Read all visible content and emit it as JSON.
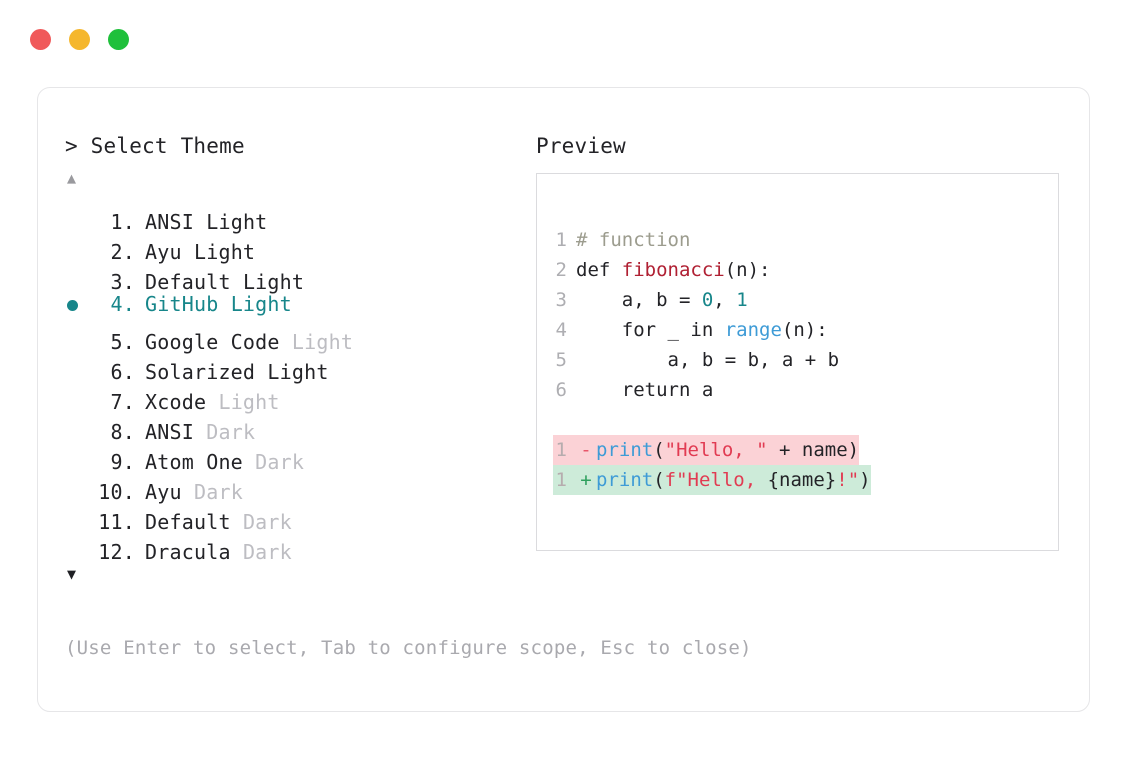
{
  "window": {
    "dots": [
      {
        "name": "close",
        "color": "#F0595A"
      },
      {
        "name": "minimize",
        "color": "#F5B72D"
      },
      {
        "name": "maximize",
        "color": "#1FC03B"
      }
    ]
  },
  "selector": {
    "prompt": "> Select Theme",
    "scroll_up_glyph": "▲",
    "scroll_down_glyph": "▼",
    "selected_index": 4,
    "bullet_color": "#17868A",
    "items": [
      {
        "index": "1.",
        "name": "ANSI",
        "variant": "Light",
        "variant_dim": false,
        "selected": false
      },
      {
        "index": "2.",
        "name": "Ayu",
        "variant": "Light",
        "variant_dim": false,
        "selected": false
      },
      {
        "index": "3.",
        "name": "Default",
        "variant": "Light",
        "variant_dim": false,
        "selected": false
      },
      {
        "index": "4.",
        "name": "GitHub",
        "variant": "Light",
        "variant_dim": false,
        "selected": true
      },
      {
        "index": "5.",
        "name": "Google Code",
        "variant": "Light",
        "variant_dim": true,
        "selected": false
      },
      {
        "index": "6.",
        "name": "Solarized",
        "variant": "Light",
        "variant_dim": false,
        "selected": false
      },
      {
        "index": "7.",
        "name": "Xcode",
        "variant": "Light",
        "variant_dim": true,
        "selected": false
      },
      {
        "index": "8.",
        "name": "ANSI",
        "variant": "Dark",
        "variant_dim": true,
        "selected": false
      },
      {
        "index": "9.",
        "name": "Atom One",
        "variant": "Dark",
        "variant_dim": true,
        "selected": false
      },
      {
        "index": "10.",
        "name": "Ayu",
        "variant": "Dark",
        "variant_dim": true,
        "selected": false
      },
      {
        "index": "11.",
        "name": "Default",
        "variant": "Dark",
        "variant_dim": true,
        "selected": false
      },
      {
        "index": "12.",
        "name": "Dracula",
        "variant": "Dark",
        "variant_dim": true,
        "selected": false
      }
    ]
  },
  "preview": {
    "title": "Preview",
    "code_lines": [
      {
        "num": "1",
        "tokens": [
          {
            "t": "# function",
            "c": "c-comment"
          }
        ]
      },
      {
        "num": "2",
        "tokens": [
          {
            "t": "def ",
            "c": "c-kw"
          },
          {
            "t": "fibonacci",
            "c": "c-func"
          },
          {
            "t": "(n):",
            "c": "code-text"
          }
        ]
      },
      {
        "num": "3",
        "tokens": [
          {
            "t": "    a, b = ",
            "c": "code-text"
          },
          {
            "t": "0",
            "c": "c-num"
          },
          {
            "t": ", ",
            "c": "code-text"
          },
          {
            "t": "1",
            "c": "c-num"
          }
        ]
      },
      {
        "num": "4",
        "tokens": [
          {
            "t": "    for _ in ",
            "c": "code-text"
          },
          {
            "t": "range",
            "c": "c-builtin"
          },
          {
            "t": "(n):",
            "c": "code-text"
          }
        ]
      },
      {
        "num": "5",
        "tokens": [
          {
            "t": "        a, b = b, a + b",
            "c": "code-text"
          }
        ]
      },
      {
        "num": "6",
        "tokens": [
          {
            "t": "    return a",
            "c": "code-text"
          }
        ]
      }
    ],
    "diff_lines": [
      {
        "num": "1",
        "sign": "-",
        "kind": "del",
        "bg": "#FBD2D6",
        "tokens": [
          {
            "t": "print",
            "c": "c-builtin"
          },
          {
            "t": "(",
            "c": "code-text"
          },
          {
            "t": "\"Hello, \"",
            "c": "c-str"
          },
          {
            "t": " + name)",
            "c": "code-text"
          }
        ]
      },
      {
        "num": "1",
        "sign": "+",
        "kind": "add",
        "bg": "#CDEBD9",
        "tokens": [
          {
            "t": "print",
            "c": "c-builtin"
          },
          {
            "t": "(",
            "c": "code-text"
          },
          {
            "t": "f\"Hello, ",
            "c": "c-str"
          },
          {
            "t": "{name}",
            "c": "code-text"
          },
          {
            "t": "!\"",
            "c": "c-str"
          },
          {
            "t": ")",
            "c": "code-text"
          }
        ]
      }
    ]
  },
  "footer": {
    "hint": "(Use Enter to select, Tab to configure scope, Esc to close)"
  }
}
